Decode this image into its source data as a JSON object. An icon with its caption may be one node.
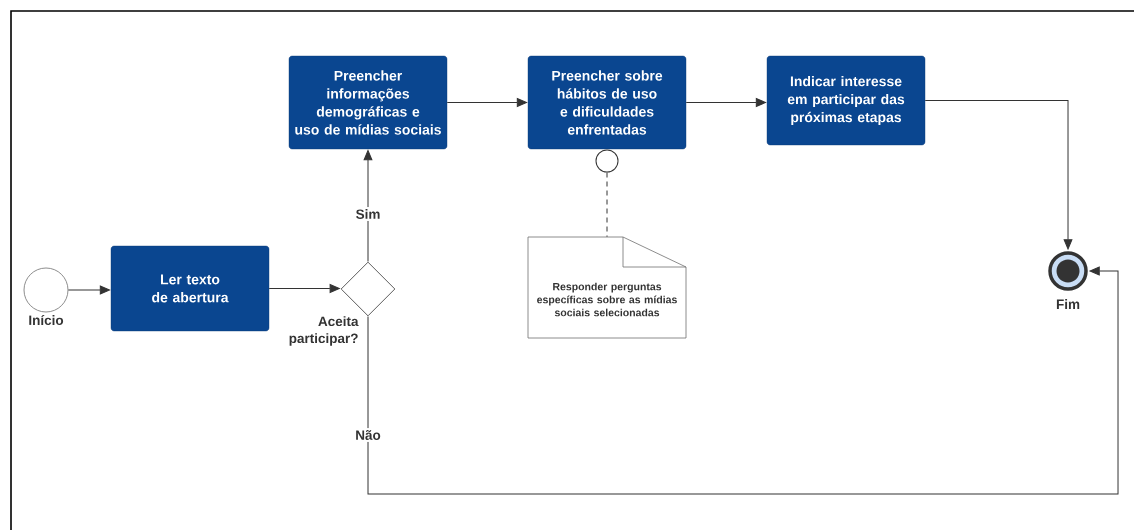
{
  "diagram": {
    "nodes": [
      {
        "text": [],
        "shape": "circle",
        "beside": [
          "Início"
        ]
      },
      {
        "text": [
          "Ler texto de abertura"
        ]
      },
      {
        "text": [],
        "shape": "diamond",
        "beside": [
          "Aceita participar?"
        ]
      },
      {
        "text": [
          "Preencher informações demográficas e uso de mídias sociais"
        ]
      },
      {
        "text": [
          "Preencher sobre hábitos de uso e dificuldades enfrentadas"
        ]
      },
      {
        "text": [],
        "shape": "circle"
      },
      {
        "text": [
          "Responder perguntas específicas sobre as mídias sociais selecionadas"
        ]
      },
      {
        "text": [
          "Indicar interesse em participar das próximas etapas"
        ]
      },
      {
        "text": [],
        "shape": "circle",
        "beside": [
          "Fim"
        ]
      }
    ],
    "edges": [
      {
        "from": 0,
        "to": 1,
        "arrow": "to"
      },
      {
        "from": 1,
        "to": 2,
        "arrow": "to"
      },
      {
        "from": 2,
        "to": 3,
        "arrow": "to",
        "label": "Sim"
      },
      {
        "from": 3,
        "to": 4,
        "arrow": "to"
      },
      {
        "from": 5,
        "to": 6,
        "arrow": "none",
        "style": "dashed"
      },
      {
        "from": 4,
        "to": 7,
        "arrow": "to"
      },
      {
        "from": 7,
        "to": 8,
        "arrow": "to"
      },
      {
        "from": 2,
        "to": 8,
        "arrow": "to",
        "label": "Não"
      }
    ]
  }
}
